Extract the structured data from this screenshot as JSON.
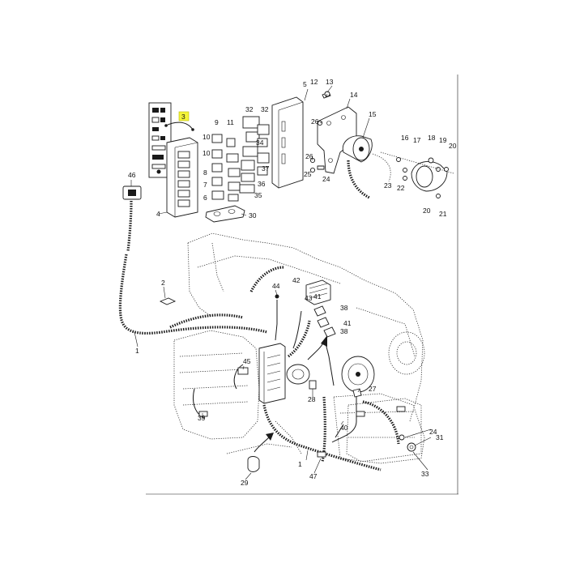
{
  "colors": {
    "background": "#ffffff",
    "ink": "#1a1a1a",
    "highlight": "#f4f43a"
  },
  "highlighted_callout": "3",
  "callouts": [
    {
      "id": "c1a",
      "label": "1"
    },
    {
      "id": "c1b",
      "label": "1"
    },
    {
      "id": "c2",
      "label": "2"
    },
    {
      "id": "c3",
      "label": "3"
    },
    {
      "id": "c4",
      "label": "4"
    },
    {
      "id": "c5",
      "label": "5"
    },
    {
      "id": "c6",
      "label": "6"
    },
    {
      "id": "c7",
      "label": "7"
    },
    {
      "id": "c8",
      "label": "8"
    },
    {
      "id": "c9",
      "label": "9"
    },
    {
      "id": "c10a",
      "label": "10"
    },
    {
      "id": "c10b",
      "label": "10"
    },
    {
      "id": "c11",
      "label": "11"
    },
    {
      "id": "c12",
      "label": "12"
    },
    {
      "id": "c13",
      "label": "13"
    },
    {
      "id": "c14",
      "label": "14"
    },
    {
      "id": "c15",
      "label": "15"
    },
    {
      "id": "c16",
      "label": "16"
    },
    {
      "id": "c17",
      "label": "17"
    },
    {
      "id": "c18",
      "label": "18"
    },
    {
      "id": "c19",
      "label": "19"
    },
    {
      "id": "c20a",
      "label": "20"
    },
    {
      "id": "c20b",
      "label": "20"
    },
    {
      "id": "c21",
      "label": "21"
    },
    {
      "id": "c22",
      "label": "22"
    },
    {
      "id": "c23",
      "label": "23"
    },
    {
      "id": "c24a",
      "label": "24"
    },
    {
      "id": "c24b",
      "label": "24"
    },
    {
      "id": "c25",
      "label": "25"
    },
    {
      "id": "c26a",
      "label": "26"
    },
    {
      "id": "c26b",
      "label": "26"
    },
    {
      "id": "c27",
      "label": "27"
    },
    {
      "id": "c28",
      "label": "28"
    },
    {
      "id": "c29",
      "label": "29"
    },
    {
      "id": "c30",
      "label": "30"
    },
    {
      "id": "c31",
      "label": "31"
    },
    {
      "id": "c32a",
      "label": "32"
    },
    {
      "id": "c32b",
      "label": "32"
    },
    {
      "id": "c33",
      "label": "33"
    },
    {
      "id": "c34",
      "label": "34"
    },
    {
      "id": "c35",
      "label": "35"
    },
    {
      "id": "c36",
      "label": "36"
    },
    {
      "id": "c37",
      "label": "37"
    },
    {
      "id": "c38a",
      "label": "38"
    },
    {
      "id": "c38b",
      "label": "38"
    },
    {
      "id": "c39",
      "label": "39"
    },
    {
      "id": "c40",
      "label": "40"
    },
    {
      "id": "c41a",
      "label": "41"
    },
    {
      "id": "c41b",
      "label": "41"
    },
    {
      "id": "c42",
      "label": "42"
    },
    {
      "id": "c43",
      "label": "43"
    },
    {
      "id": "c44",
      "label": "44"
    },
    {
      "id": "c45",
      "label": "45"
    },
    {
      "id": "c46",
      "label": "46"
    },
    {
      "id": "c47",
      "label": "47"
    }
  ]
}
